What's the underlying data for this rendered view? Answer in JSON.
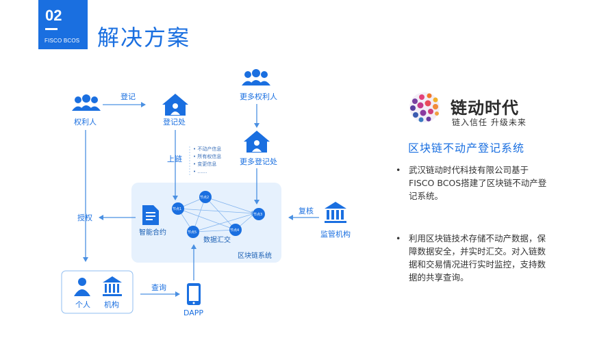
{
  "header": {
    "section_number": "02",
    "section_sub": "FISCO BCOS",
    "title": "解决方案"
  },
  "diagram": {
    "right_holder": "权利人",
    "register_label": "登记",
    "registry_office": "登记处",
    "more_right_holders": "更多权利人",
    "on_chain": "上链",
    "chain_items": [
      "• 不动产信息",
      "• 所有权信息",
      "• 变更信息",
      "• ……"
    ],
    "more_registry_offices": "更多登记处",
    "authorize": "授权",
    "smart_contract": "智能合约",
    "data_aggregation": "数据汇交",
    "blockchain_system": "区块链系统",
    "review": "复核",
    "regulator": "监管机构",
    "individual": "个人",
    "institution": "机构",
    "query": "查询",
    "dapp": "DAPP",
    "nodes": [
      "节点1",
      "节点2",
      "节点3",
      "节点4",
      "节点5"
    ]
  },
  "company": {
    "name": "链动时代",
    "slogan": "链入信任  升级未来"
  },
  "system_title": "区块链不动产登记系统",
  "bullets": [
    "武汉链动时代科技有限公司基于FISCO BCOS搭建了区块链不动产登记系统。",
    "利用区块链技术存储不动产数据，保障数据安全，并实时汇交。对入链数据和交易情况进行实时监控，支持数据的共享查询。"
  ],
  "colors": {
    "accent": "#1a6fe0",
    "light_panel": "#e6f1fd",
    "arrow": "#4a90e2"
  }
}
